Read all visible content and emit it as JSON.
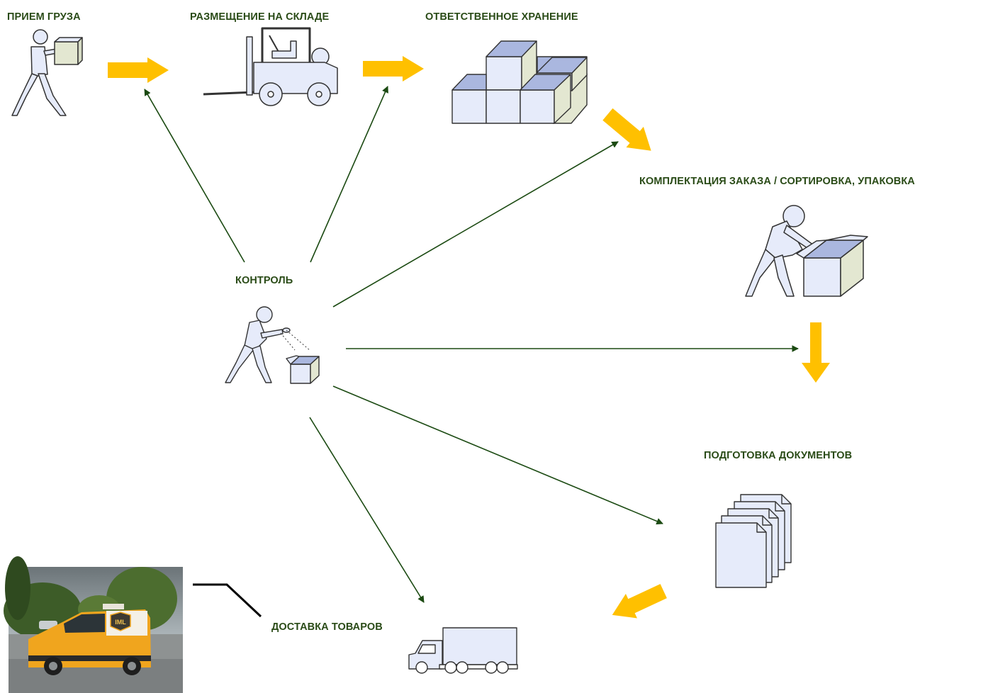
{
  "labels": {
    "receiving": "ПРИЕМ ГРУЗА",
    "placement": "РАЗМЕЩЕНИЕ НА СКЛАДЕ",
    "storage": "ОТВЕТСТВЕННОЕ  ХРАНЕНИЕ",
    "picking": "КОМПЛЕКТАЦИЯ ЗАКАЗА / СОРТИРОВКА, УПАКОВКА",
    "control": "КОНТРОЛЬ",
    "documents": "ПОДГОТОВКА ДОКУМЕНТОВ",
    "delivery": "ДОСТАВКА ТОВАРОВ"
  },
  "van_logo_text": "IML",
  "colors": {
    "label_text": "#2a4b17",
    "process_arrow": "#ffc000",
    "control_arrow": "#1b4a12",
    "icon_fill": "#e6ebfa",
    "icon_outline": "#333333",
    "box_top": "#aab7df",
    "box_side": "#e3e7d1",
    "van_body": "#f0a51e"
  },
  "icons": [
    "person-carrying-box-icon",
    "forklift-icon",
    "stacked-boxes-icon",
    "person-packing-box-icon",
    "person-inspecting-icon",
    "documents-stack-icon",
    "truck-icon",
    "delivery-van-photo"
  ]
}
